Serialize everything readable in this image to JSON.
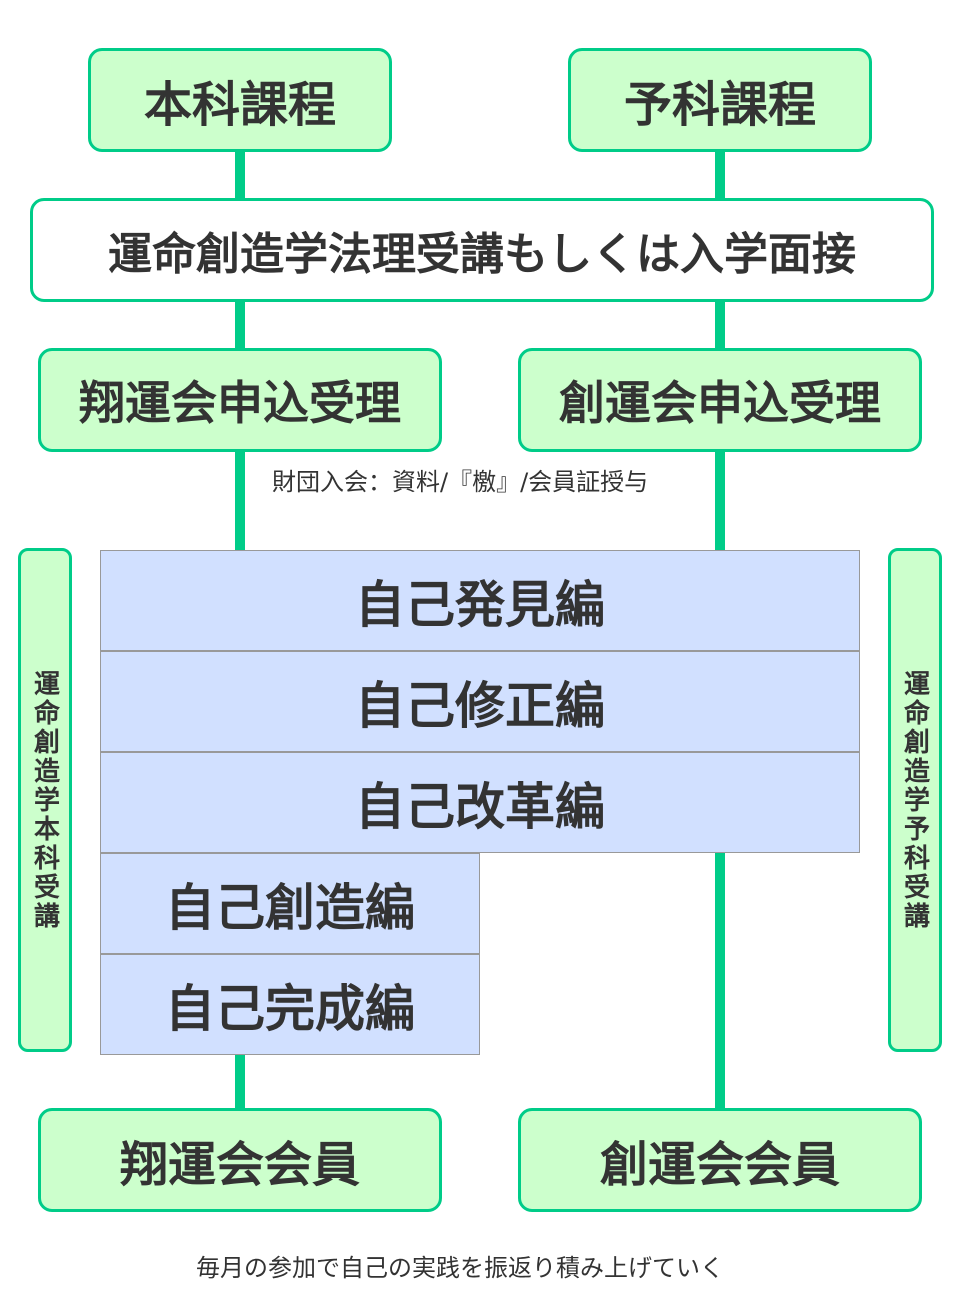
{
  "top": {
    "honka": "本科課程",
    "yoka": "予科課程"
  },
  "entry": "運命創造学法理受講もしくは入学面接",
  "apply": {
    "left": "翔運会申込受理",
    "right": "創運会申込受理"
  },
  "note_mid": "財団入会：資料/『檄』/会員証授与",
  "side": {
    "left": "運命創造学本科受講",
    "right": "運命創造学予科受講"
  },
  "stages": {
    "s1": "自己発見編",
    "s2": "自己修正編",
    "s3": "自己改革編",
    "s4": "自己創造編",
    "s5": "自己完成編"
  },
  "members": {
    "left": "翔運会会員",
    "right": "創運会会員"
  },
  "note_bottom": "毎月の参加で自己の実践を振返り積み上げていく",
  "colors": {
    "green_fill": "#ccffcc",
    "green_border": "#00cc88",
    "blue_fill": "#d1e0ff",
    "text": "#333333"
  }
}
